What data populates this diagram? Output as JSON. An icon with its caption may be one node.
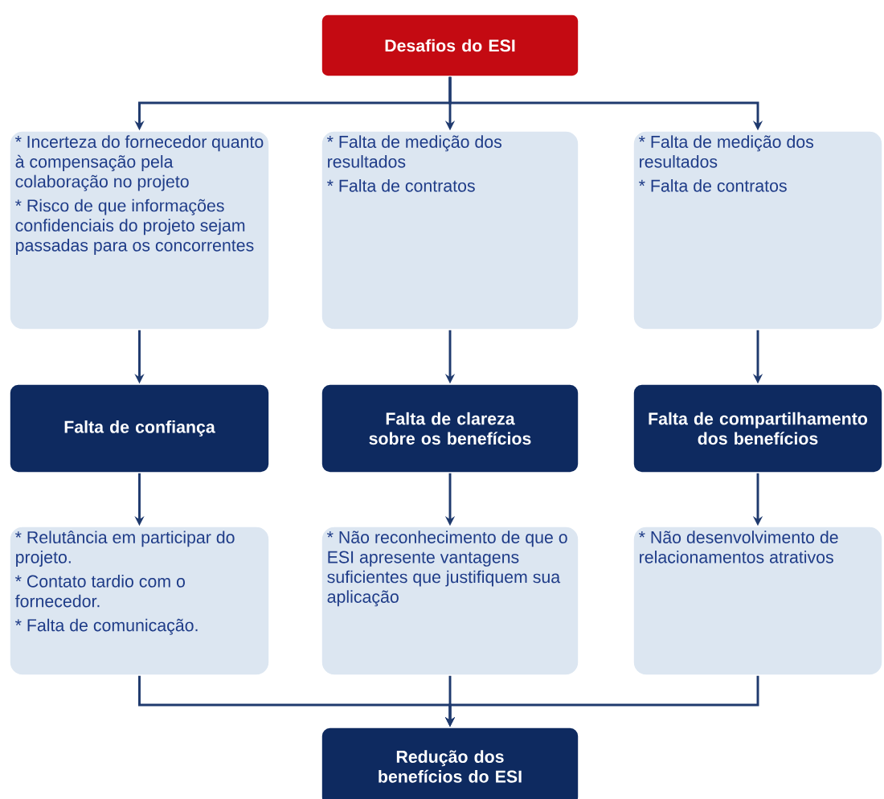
{
  "diagram": {
    "nodes": [
      {
        "text": [
          "Desafios do ESI"
        ]
      },
      {
        "text": [
          "* Incerteza do fornecedor quanto à compensação pela colaboração no projeto",
          "* Risco de que informações confidenciais do projeto sejam passadas para os concorrentes"
        ]
      },
      {
        "text": [
          "* Falta de medição dos resultados",
          "* Falta de contratos"
        ]
      },
      {
        "text": [
          "* Falta de medição dos resultados",
          "* Falta de contratos"
        ]
      },
      {
        "text": [
          "Falta de confiança"
        ]
      },
      {
        "text": [
          "Falta de clareza sobre os benefícios"
        ]
      },
      {
        "text": [
          "Falta de compartilhamento dos benefícios"
        ]
      },
      {
        "text": [
          "* Relutância em participar do projeto.",
          "* Contato tardio com o fornecedor.",
          "* Falta de comunicação."
        ]
      },
      {
        "text": [
          "* Não reconhecimento de que o ESI apresente vantagens suficientes que justifiquem sua aplicação"
        ]
      },
      {
        "text": [
          "* Não desenvolvimento de relacionamentos atrativos"
        ]
      },
      {
        "text": [
          "Redução dos benefícios do ESI"
        ]
      }
    ],
    "edges": [
      {
        "from": 0,
        "to": 1,
        "arrow": "to"
      },
      {
        "from": 0,
        "to": 2,
        "arrow": "to"
      },
      {
        "from": 0,
        "to": 3,
        "arrow": "to"
      },
      {
        "from": 1,
        "to": 4,
        "arrow": "to"
      },
      {
        "from": 2,
        "to": 5,
        "arrow": "to"
      },
      {
        "from": 3,
        "to": 6,
        "arrow": "to"
      },
      {
        "from": 4,
        "to": 7,
        "arrow": "to"
      },
      {
        "from": 5,
        "to": 8,
        "arrow": "to"
      },
      {
        "from": 6,
        "to": 9,
        "arrow": "to"
      },
      {
        "from": 7,
        "to": 10,
        "arrow": "to"
      },
      {
        "from": 8,
        "to": 10,
        "arrow": "to"
      },
      {
        "from": 9,
        "to": 10,
        "arrow": "to"
      }
    ]
  }
}
